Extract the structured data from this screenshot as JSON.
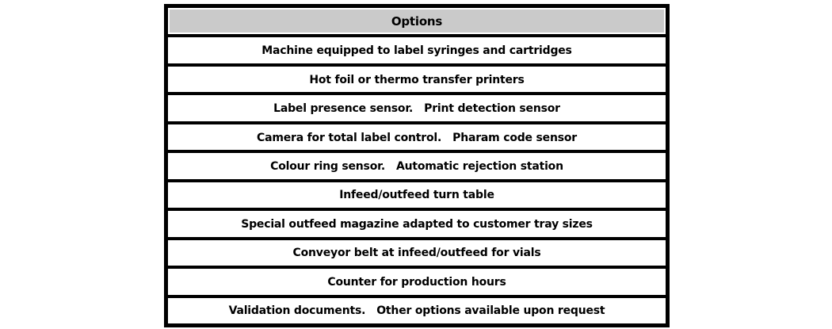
{
  "table": {
    "header": "Options",
    "rows": [
      "Machine equipped to label syringes and cartridges",
      "Hot foil or thermo transfer printers",
      "Label presence sensor.   Print detection sensor",
      "Camera for total label control.   Pharam code sensor",
      "Colour ring sensor.   Automatic rejection station",
      "Infeed/outfeed turn table",
      "Special outfeed magazine adapted to customer tray sizes",
      "Conveyor belt at infeed/outfeed for vials",
      "Counter for production hours",
      "Validation documents.   Other options available upon request"
    ],
    "colors": {
      "header_bg": "#cacaca",
      "row_bg": "#ffffff",
      "border": "#000000",
      "text": "#000000"
    }
  }
}
